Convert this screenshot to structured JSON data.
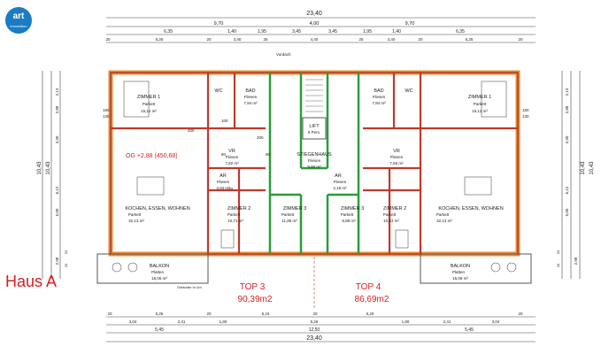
{
  "logo": {
    "main": "art",
    "sub": "immobilien"
  },
  "house_label": "Haus A",
  "dims_top": {
    "total": "23,40",
    "row2": [
      "9,70",
      "4,00",
      "9,70"
    ],
    "row3": [
      "6,35",
      "1,40",
      "1,95",
      "3,45",
      "3,45",
      "1,95",
      "1,40",
      "6,35"
    ],
    "row4": [
      "20",
      "5,25",
      "20",
      "3,40",
      "25",
      "4,40",
      "25",
      "3,40",
      "20",
      "5,25",
      "20"
    ]
  },
  "dims_bottom": {
    "row1": [
      "20",
      "5,25",
      "20",
      "5,15",
      "20",
      "5,20",
      "20"
    ],
    "row2": [
      "3,04",
      "2,41",
      "1,80",
      "5,26",
      "1,80",
      "2,41",
      "3,04"
    ],
    "row3": [
      "5,45",
      "12,50",
      "5,45"
    ],
    "total": "23,40"
  },
  "dims_left": [
    "10,43",
    "10,43",
    "2,13",
    "2,88",
    "3,30",
    "6,12",
    "5,00",
    "20",
    "20",
    "2,98"
  ],
  "dims_right": [
    "10,43",
    "10,43",
    "2,13",
    "2,88",
    "3,30",
    "6,12",
    "5,00",
    "20",
    "20",
    "2,98"
  ],
  "opening_labels": [
    "180",
    "130",
    "200",
    "100",
    "200",
    "80",
    "90",
    "70",
    "180",
    "130"
  ],
  "og_label": "OG +2,88 (450,68)",
  "vordach": "Vordach",
  "gelaender": "Geländer h=1m",
  "rooms_left": [
    {
      "name": "ZIMMER 1",
      "floor": "Parkett",
      "area": "15,12 m²"
    },
    {
      "name": "WC",
      "floor": "",
      "area": ""
    },
    {
      "name": "BAD",
      "floor": "Fliesen",
      "area": "7,94 m²"
    },
    {
      "name": "VR",
      "floor": "Fliesen",
      "area": "7,82 m²"
    },
    {
      "name": "AR",
      "floor": "Fliesen",
      "area": "3,04 m²"
    },
    {
      "name": "KOCHEN, ESSEN, WOHNEN",
      "floor": "Parkett",
      "area": "32,13 m²"
    },
    {
      "name": "ZIMMER 2",
      "floor": "Parkett",
      "area": "10,71 m²"
    },
    {
      "name": "ZIMMER 3",
      "floor": "Parkett",
      "area": "11,85 m²"
    },
    {
      "name": "BALKON",
      "floor": "Platten",
      "area": "16,06 m²"
    }
  ],
  "rooms_center": [
    {
      "name": "LIFT",
      "floor": "6 Pers.",
      "area": ""
    },
    {
      "name": "STIEGENHAUS",
      "floor": "Fliesen",
      "area": "9,90 m²"
    }
  ],
  "rooms_right": [
    {
      "name": "ZIMMER 1",
      "floor": "Parkett",
      "area": "15,12 m²"
    },
    {
      "name": "WC",
      "floor": "",
      "area": ""
    },
    {
      "name": "BAD",
      "floor": "Fliesen",
      "area": "7,94 m²"
    },
    {
      "name": "VR",
      "floor": "Fliesen",
      "area": "7,65 m²"
    },
    {
      "name": "AR",
      "floor": "Fliesen",
      "area": "2,18 m²"
    },
    {
      "name": "KOCHEN, ESSEN, WOHNEN",
      "floor": "Parkett",
      "area": "32,13 m²"
    },
    {
      "name": "ZIMMER 2",
      "floor": "Parkett",
      "area": "10,53 m²"
    },
    {
      "name": "ZIMMER 3",
      "floor": "Parkett",
      "area": "9,98 m²"
    },
    {
      "name": "BALKON",
      "floor": "Platten",
      "area": "16,06 m²"
    }
  ],
  "units": [
    {
      "name": "TOP 3",
      "area": "90,39m2"
    },
    {
      "name": "TOP 4",
      "area": "86,69m2"
    }
  ],
  "colors": {
    "wall": "#e88a3a",
    "wall_dark": "#c0392b",
    "stair": "#2a9d3a",
    "label_red": "#d42020",
    "line": "#333333"
  }
}
